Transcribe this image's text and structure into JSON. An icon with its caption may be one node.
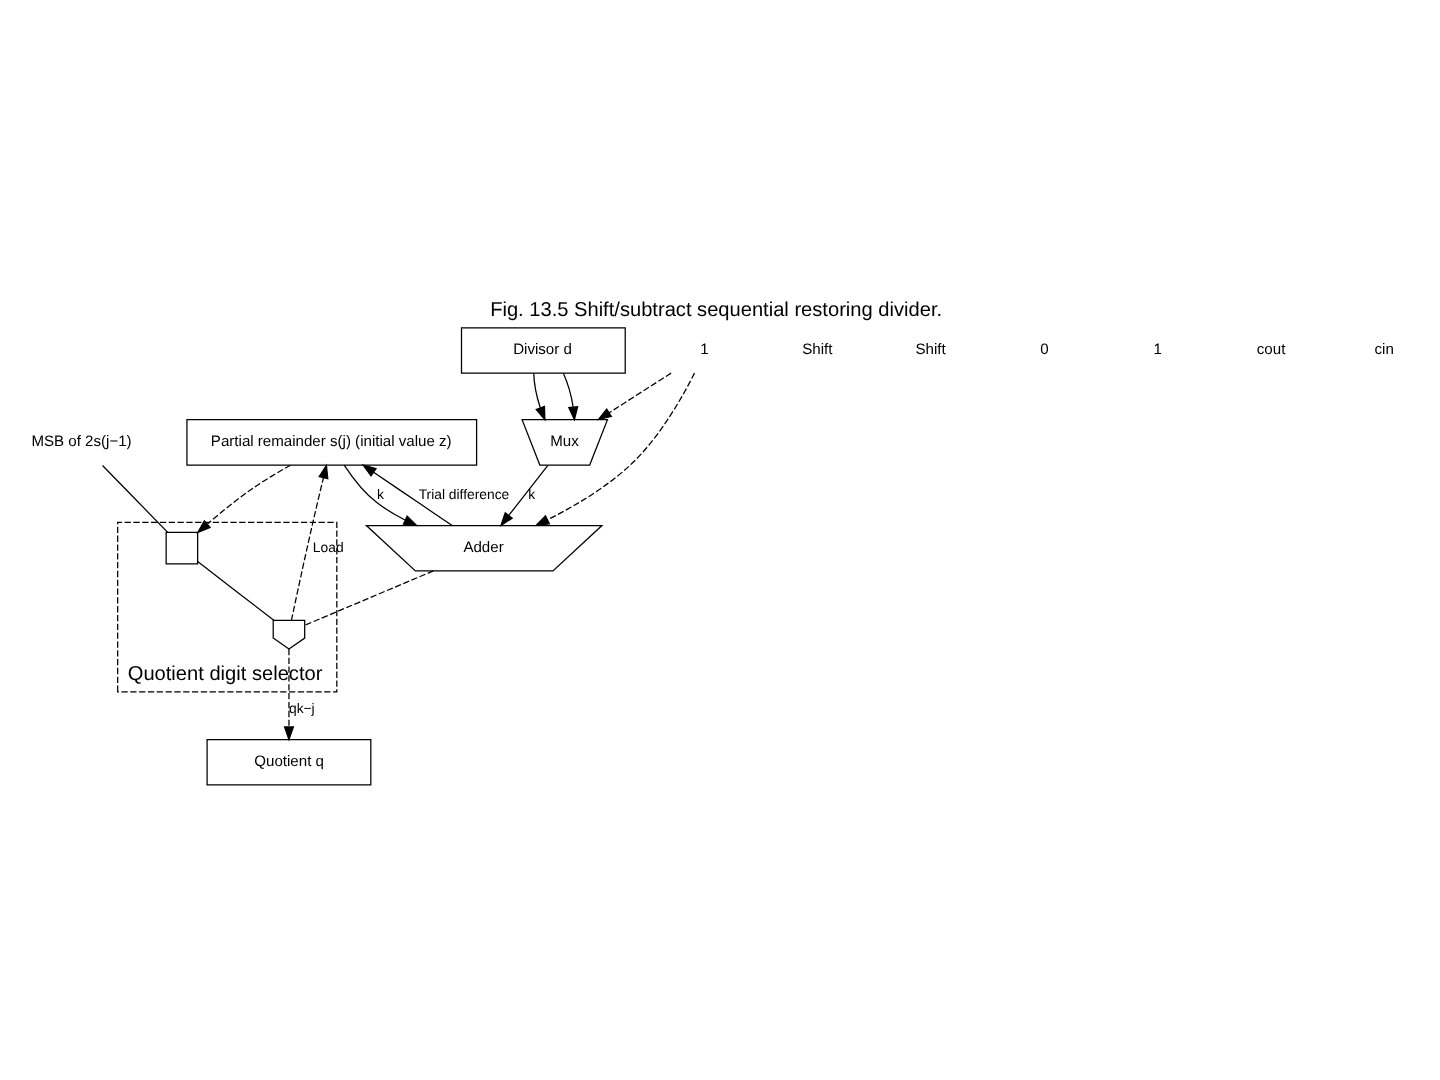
{
  "diagram": {
    "title": "Fig. 13.5 Shift/subtract sequential restoring divider.",
    "nodes": [
      {
        "text": [
          "Quotient q"
        ]
      },
      {
        "text": [
          "Partial remainder s(j) (initial value z)"
        ]
      },
      {
        "text": [
          "Divisor d"
        ]
      },
      {
        "text": [
          "Mux"
        ]
      },
      {
        "text": [
          "Adder"
        ]
      },
      {
        "text": [
          "Quotient digit selector"
        ]
      },
      {
        "text": [],
        "shape": "gate",
        "in": 5
      },
      {
        "text": [],
        "shape": "box",
        "in": 5
      },
      {
        "text": [
          "MSB of 2s(j−1)"
        ]
      },
      {
        "text": [
          "1"
        ]
      }
    ],
    "edges": [
      {
        "from": 4,
        "to": 1,
        "arrow": "to",
        "label": "Trial difference"
      },
      {
        "from": 1,
        "to": 4,
        "arrow": "to",
        "label": "k"
      },
      {
        "from": 2,
        "to": 3,
        "arrow": "to"
      },
      {
        "from": 2,
        "to": 3,
        "arrow": "to"
      },
      {
        "from": 3,
        "to": 4,
        "arrow": "to",
        "label": "k"
      },
      {
        "from": 1,
        "to": 7,
        "arrow": "to",
        "style": "dashed"
      },
      {
        "from": 7,
        "to": 6,
        "arrow": "none"
      },
      {
        "from": 4,
        "to": 6,
        "arrow": "none",
        "style": "dashed"
      },
      {
        "from": 6,
        "to": 0,
        "arrow": "to",
        "style": "dashed",
        "label": "qk−j"
      },
      {
        "from": 6,
        "to": 1,
        "arrow": "to",
        "style": "dashed",
        "label": "Load"
      },
      {
        "from": 9,
        "to": 4,
        "arrow": "to",
        "style": "dashed"
      },
      {
        "from": 9,
        "to": 3,
        "arrow": "to",
        "style": "dashed"
      },
      {
        "from": 8,
        "to": 7,
        "arrow": "none"
      }
    ],
    "labels": [
      "Shift",
      "Shift",
      "0",
      "1",
      "cout",
      "cin"
    ]
  }
}
